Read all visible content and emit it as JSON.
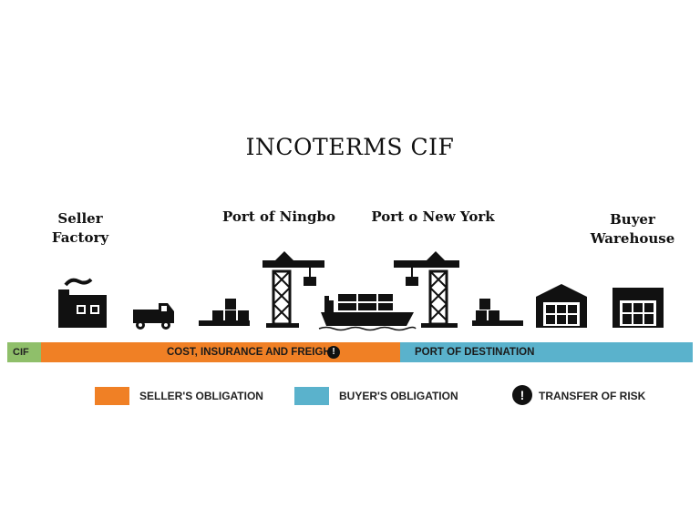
{
  "title": "INCOTERMS CIF",
  "locations": {
    "seller": "Seller\nFactory",
    "port_origin": "Port of Ningbo",
    "port_destination": "Port o New York",
    "buyer": "Buyer\nWarehouse"
  },
  "bar": {
    "term": "CIF",
    "seller_segment": "COST, INSURANCE AND FREIGHT",
    "buyer_segment": "PORT OF DESTINATION",
    "risk_symbol": "!"
  },
  "legend": {
    "seller": "SELLER'S OBLIGATION",
    "buyer": "BUYER'S OBLIGATION",
    "risk": "TRANSFER OF RISK"
  },
  "colors": {
    "seller": "#f08025",
    "buyer": "#5ab2cc",
    "term": "#8fbf6a",
    "icons": "#111111"
  },
  "icons": [
    "factory-icon",
    "truck-icon",
    "cargo-pallet-icon",
    "port-crane-icon",
    "container-ship-icon",
    "port-crane-icon",
    "cargo-pallet-icon",
    "warehouse-icon",
    "warehouse-icon"
  ]
}
